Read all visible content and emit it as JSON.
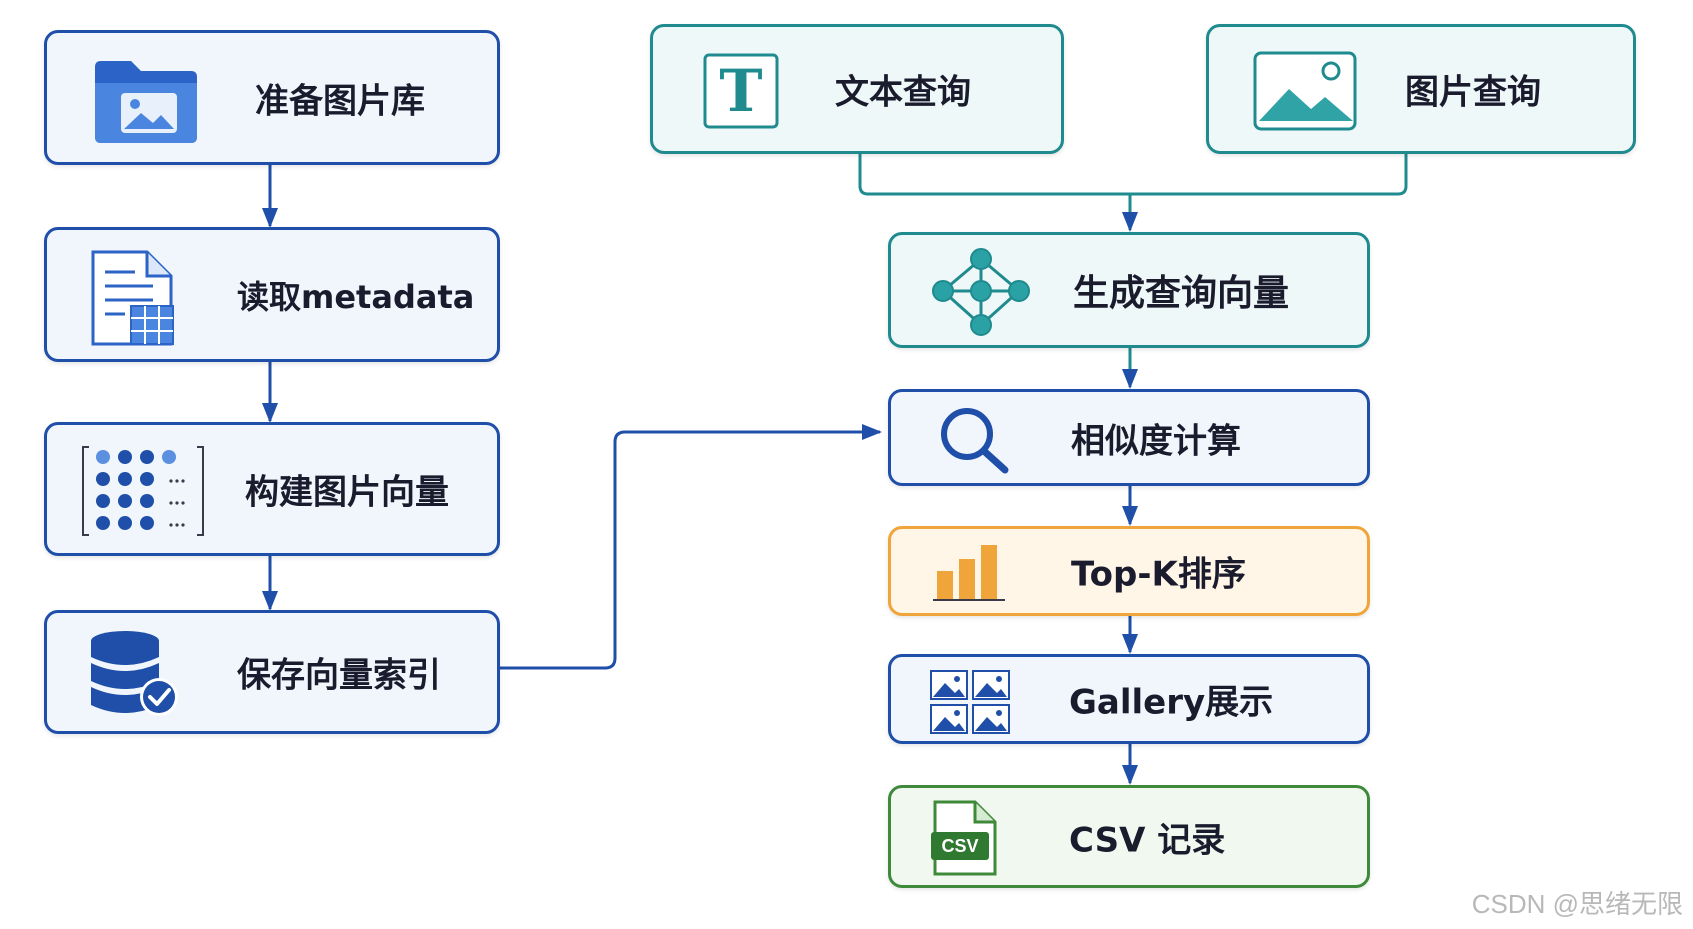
{
  "nodes": {
    "prepare": "准备图片库",
    "read_meta": "读取metadata",
    "build_vec": "构建图片向量",
    "save_index": "保存向量索引",
    "text_query": "文本查询",
    "image_query": "图片查询",
    "gen_query_vec": "生成查询向量",
    "similarity": "相似度计算",
    "topk": "Top-K排序",
    "gallery": "Gallery展示",
    "csv_log": "CSV 记录"
  },
  "text_icon_glyph": "T",
  "csv_icon_text": "CSV",
  "watermark": "CSDN @思绪无限",
  "colors": {
    "blue": "#1f4fa8",
    "teal": "#1f8b8f",
    "orange": "#f0a53a",
    "green": "#3f8a3a"
  }
}
